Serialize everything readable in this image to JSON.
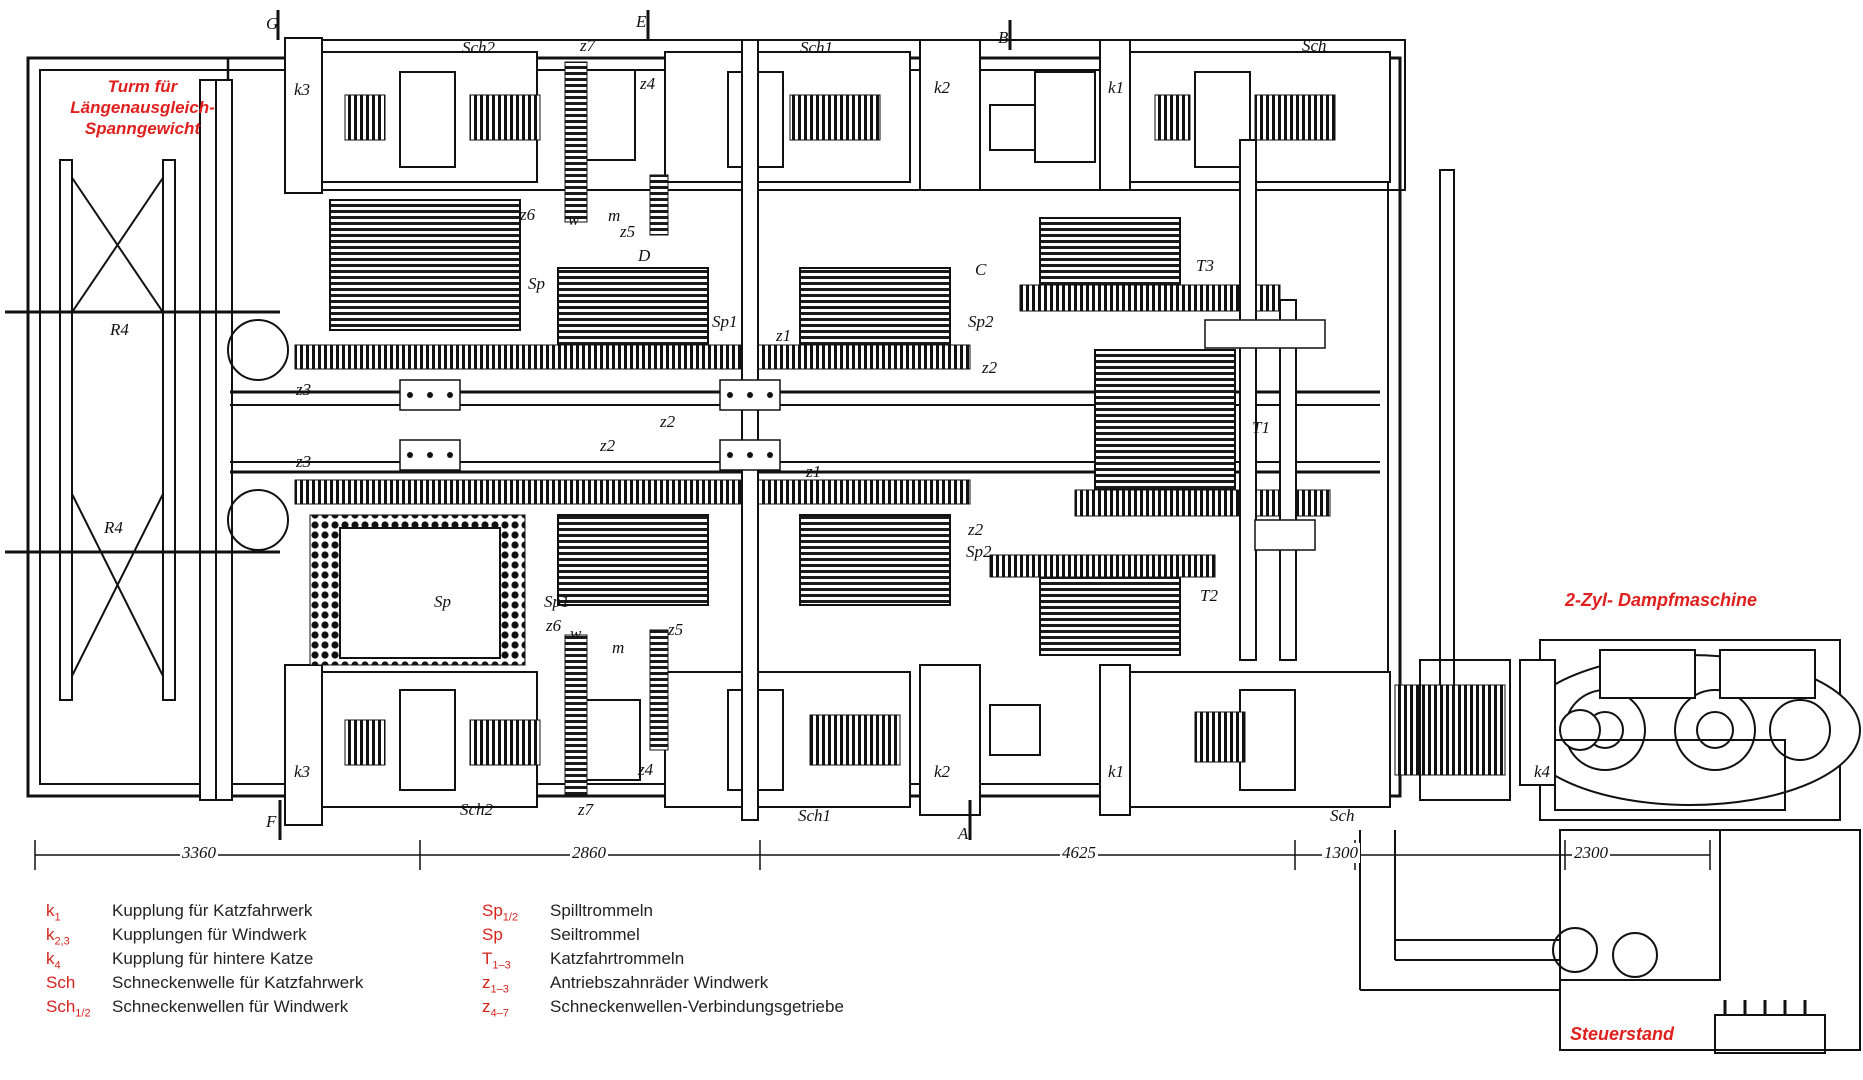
{
  "annotations": {
    "turm": [
      "Turm für",
      "Längenausgleich-",
      "Spanngewicht"
    ],
    "dampfmaschine": "2-Zyl- Dampfmaschine",
    "steuerstand": "Steuerstand"
  },
  "legend_left": [
    {
      "sym": "k",
      "sub": "1",
      "text": "Kupplung für Katzfahrwerk"
    },
    {
      "sym": "k",
      "sub": "2,3",
      "text": "Kupplungen für Windwerk"
    },
    {
      "sym": "k",
      "sub": "4",
      "text": "Kupplung für hintere Katze"
    },
    {
      "sym": "Sch",
      "sub": "",
      "text": "Schneckenwelle für Katzfahrwerk"
    },
    {
      "sym": "Sch",
      "sub": "1/2",
      "text": "Schneckenwellen für Windwerk"
    }
  ],
  "legend_right": [
    {
      "sym": "Sp",
      "sub": "1/2",
      "text": "Spilltrommeln"
    },
    {
      "sym": "Sp",
      "sub": "",
      "text": "Seiltrommel"
    },
    {
      "sym": "T",
      "sub": "1–3",
      "text": "Katzfahrtrommeln"
    },
    {
      "sym": "z",
      "sub": "1–3",
      "text": "Antriebszahnräder Windwerk"
    },
    {
      "sym": "z",
      "sub": "4–7",
      "text": "Schneckenwellen-Verbindungsgetriebe"
    }
  ],
  "dimensions": [
    "3360",
    "2860",
    "4625",
    "1300",
    "2300"
  ],
  "section_marks": [
    "G",
    "E",
    "B",
    "F",
    "A",
    "D",
    "C"
  ],
  "drawing_labels": {
    "sch2_top": "Sch2",
    "sch1_top": "Sch1",
    "sch_top": "Sch",
    "sch2_bot": "Sch2",
    "sch1_bot": "Sch1",
    "sch_bot": "Sch",
    "k3_top": "k3",
    "k2_top": "k2",
    "k1_top": "k1",
    "k3_bot": "k3",
    "k2_bot": "k2",
    "k1_bot": "k1",
    "k4": "k4",
    "z7_top": "z7",
    "z4_top": "z4",
    "z6_top": "z6",
    "z5_top": "z5",
    "w_top": "w",
    "m_top": "m",
    "z7_bot": "z7",
    "z4_bot": "z4",
    "z6_bot": "z6",
    "z5_bot": "z5",
    "w_bot": "w",
    "m_bot": "m",
    "sp_top": "Sp",
    "sp1_top": "Sp1",
    "sp2_top": "Sp2",
    "sp_bot": "Sp",
    "sp1_bot": "Sp1",
    "sp2_bot": "Sp2",
    "t1": "T1",
    "t2": "T2",
    "t3": "T3",
    "z1_a": "z1",
    "z1_b": "z1",
    "z2_a": "z2",
    "z2_b": "z2",
    "z2_c": "z2",
    "z2_d": "z2",
    "z3_a": "z3",
    "z3_b": "z3",
    "r4_a": "R4",
    "r4_b": "R4"
  }
}
